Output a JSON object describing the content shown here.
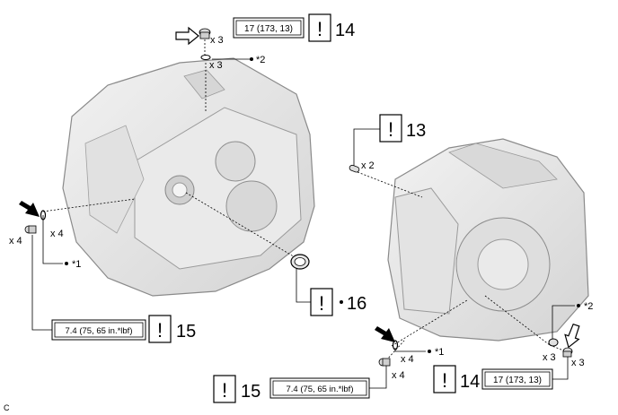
{
  "callouts": {
    "top_torque": "17 (173, 13)",
    "top_num": "14",
    "top_qty_bolt": "x 3",
    "top_qty_ring": "x 3",
    "top_note": "*2",
    "right_num_13": "13",
    "right_qty_pin": "x 2",
    "left_qty_bolt": "x 4",
    "left_qty_ring": "x 4",
    "left_note": "*1",
    "seal_num": "16",
    "left_torque": "7.4 (75, 65 in.*lbf)",
    "left_num": "15",
    "br_qty_ring": "x 4",
    "br_note1": "*1",
    "br_qty_bolt": "x 4",
    "br_torque": "7.4 (75, 65 in.*lbf)",
    "br_num15": "15",
    "br_torque2": "17 (173, 13)",
    "br_num14": "14",
    "br_note2": "*2",
    "br_qty_ring2": "x 3",
    "br_qty_bolt2": "x 3",
    "exclam": "!",
    "corner_code": "C"
  },
  "colors": {
    "line": "#000000",
    "housing": "#e6e6e6",
    "housing_dark": "#bdbdbd"
  }
}
